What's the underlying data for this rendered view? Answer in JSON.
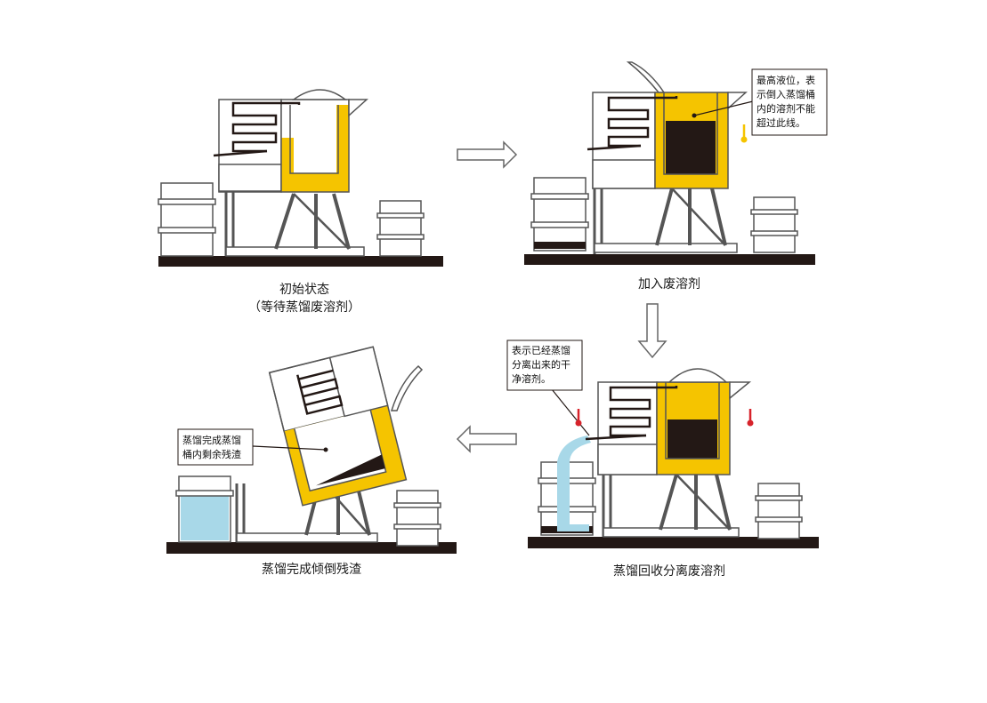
{
  "steps": [
    {
      "caption_line1": "初始状态",
      "caption_line2": "（等待蒸馏废溶剂）"
    },
    {
      "caption": "加入废溶剂",
      "note": [
        "最高液位，表",
        "示倒入蒸馏桶",
        "内的溶剂不能",
        "超过此线。"
      ]
    },
    {
      "caption": "蒸馏回收分离废溶剂",
      "note": [
        "表示已经蒸馏",
        "分离出来的干",
        "净溶剂。"
      ]
    },
    {
      "caption": "蒸馏完成倾倒残渣",
      "note": [
        "蒸馏完成蒸馏",
        "桶内剩余残渣"
      ]
    }
  ],
  "colors": {
    "yellow": "#f5c400",
    "dark": "#231815",
    "water": "#a8d8e8",
    "red": "#d7232b"
  }
}
